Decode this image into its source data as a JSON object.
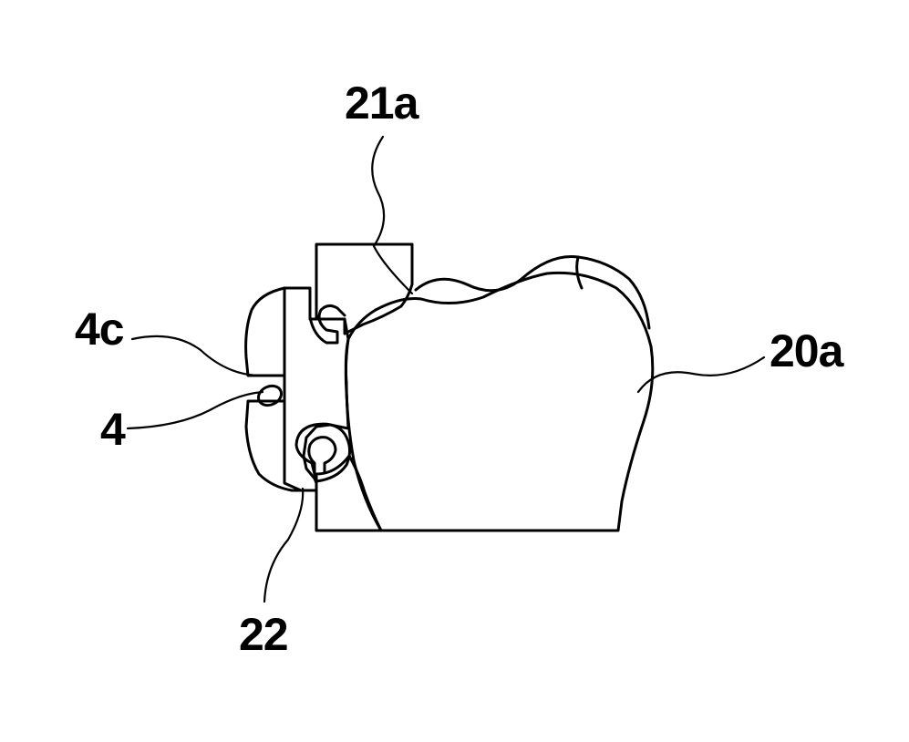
{
  "labels": {
    "ref_21a": "21a",
    "ref_20a": "20a",
    "ref_4c": "4c",
    "ref_4": "4",
    "ref_22": "22"
  },
  "colors": {
    "line": "#000000",
    "background": "#ffffff"
  }
}
